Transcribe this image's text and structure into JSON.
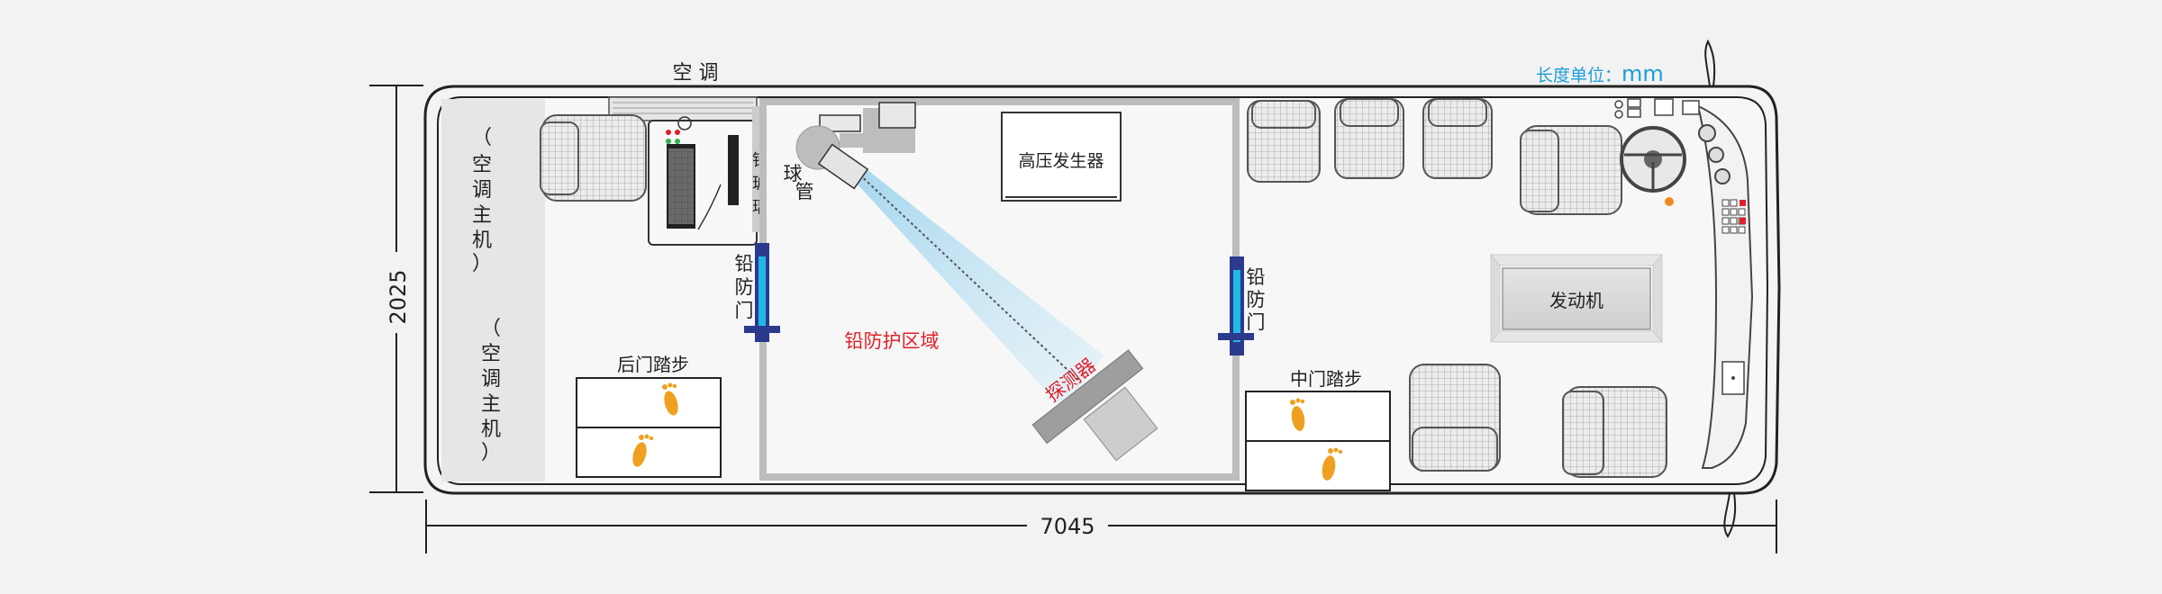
{
  "labels": {
    "ac_top": "空 调",
    "unit": "长度单位：",
    "unit_mm": "mm",
    "ac_host_1": [
      "（",
      "空",
      "调",
      "主",
      "机",
      "）"
    ],
    "ac_host_2": [
      "（",
      "空",
      "调",
      "主",
      "机",
      "）"
    ],
    "lead_glass": [
      "铅",
      "玻",
      "璃"
    ],
    "tube": [
      "球",
      "管"
    ],
    "hv_generator": "高压发生器",
    "lead_door_left": [
      "铅",
      "防",
      "门"
    ],
    "lead_door_right": [
      "铅",
      "防",
      "门"
    ],
    "protection_area": "铅防护区域",
    "detector": "探测器",
    "rear_step": "后门踏步",
    "middle_step": "中门踏步",
    "engine": "发动机",
    "length": "7045",
    "width": "2025"
  },
  "colors": {
    "outline": "#222222",
    "accent_blue": "#1a9fd6",
    "accent_red": "#e0202a",
    "door_blue": "#2b3a8c",
    "foot_orange": "#f0a020",
    "panel_gray": "#c8c8c8"
  }
}
